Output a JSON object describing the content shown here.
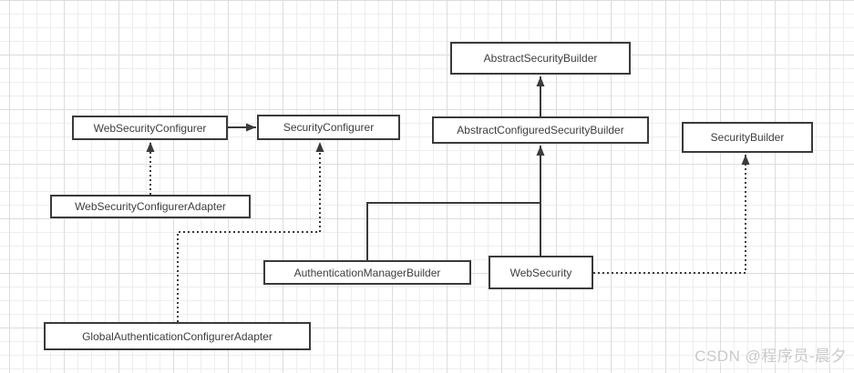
{
  "diagram": {
    "nodes": [
      {
        "id": "abstract-security-builder",
        "label": "AbstractSecurityBuilder"
      },
      {
        "id": "web-security-configurer",
        "label": "WebSecurityConfigurer"
      },
      {
        "id": "security-configurer",
        "label": "SecurityConfigurer"
      },
      {
        "id": "abstract-configured-security-builder",
        "label": "AbstractConfiguredSecurityBuilder"
      },
      {
        "id": "security-builder",
        "label": "SecurityBuilder"
      },
      {
        "id": "web-security-configurer-adapter",
        "label": "WebSecurityConfigurerAdapter"
      },
      {
        "id": "authentication-manager-builder",
        "label": "AuthenticationManagerBuilder"
      },
      {
        "id": "web-security",
        "label": "WebSecurity"
      },
      {
        "id": "global-authentication-configurer-adapter",
        "label": "GlobalAuthenticationConfigurerAdapter"
      }
    ],
    "edges": [
      {
        "from": "WebSecurityConfigurer",
        "to": "SecurityConfigurer",
        "line": "solid",
        "arrow": "filled-triangle"
      },
      {
        "from": "WebSecurityConfigurerAdapter",
        "to": "WebSecurityConfigurer",
        "line": "dotted",
        "arrow": "filled-triangle"
      },
      {
        "from": "AbstractConfiguredSecurityBuilder",
        "to": "AbstractSecurityBuilder",
        "line": "solid",
        "arrow": "filled-triangle"
      },
      {
        "from": "WebSecurity",
        "to": "AbstractConfiguredSecurityBuilder",
        "line": "solid",
        "arrow": "filled-triangle"
      },
      {
        "from": "AuthenticationManagerBuilder",
        "to": "AbstractConfiguredSecurityBuilder",
        "line": "solid",
        "arrow": "shared-with-websecurity-edge"
      },
      {
        "from": "GlobalAuthenticationConfigurerAdapter",
        "to": "SecurityConfigurer",
        "line": "dotted",
        "arrow": "filled-triangle"
      },
      {
        "from": "WebSecurity",
        "to": "SecurityBuilder",
        "line": "dotted",
        "arrow": "filled-triangle"
      }
    ]
  },
  "watermark": {
    "text": "CSDN @程序员-晨夕"
  },
  "colors": {
    "background": "#ffffff",
    "grid_minor": "#eeeeee",
    "grid_major": "#dcdcdc",
    "node_fill": "#ffffff",
    "node_border": "#3a3a3a",
    "node_text": "#3d3d3d",
    "line": "#3a3a3a",
    "watermark_text": "#c9c9c9"
  }
}
